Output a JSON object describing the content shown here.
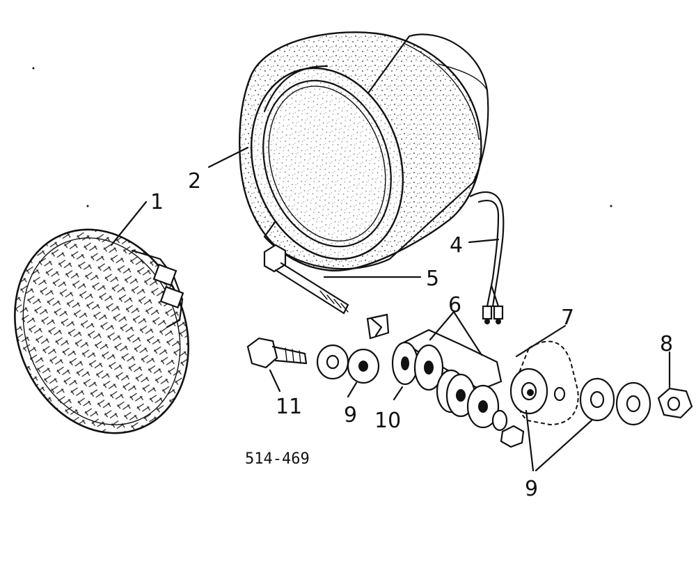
{
  "callouts": {
    "c1": "1",
    "c2": "2",
    "c4": "4",
    "c5": "5",
    "c6": "6",
    "c7": "7",
    "c8": "8",
    "c9a": "9",
    "c9b": "9",
    "c10": "10",
    "c11": "11"
  },
  "figure_number": "514-469",
  "colors": {
    "ink": "#111111",
    "paper": "#ffffff"
  }
}
